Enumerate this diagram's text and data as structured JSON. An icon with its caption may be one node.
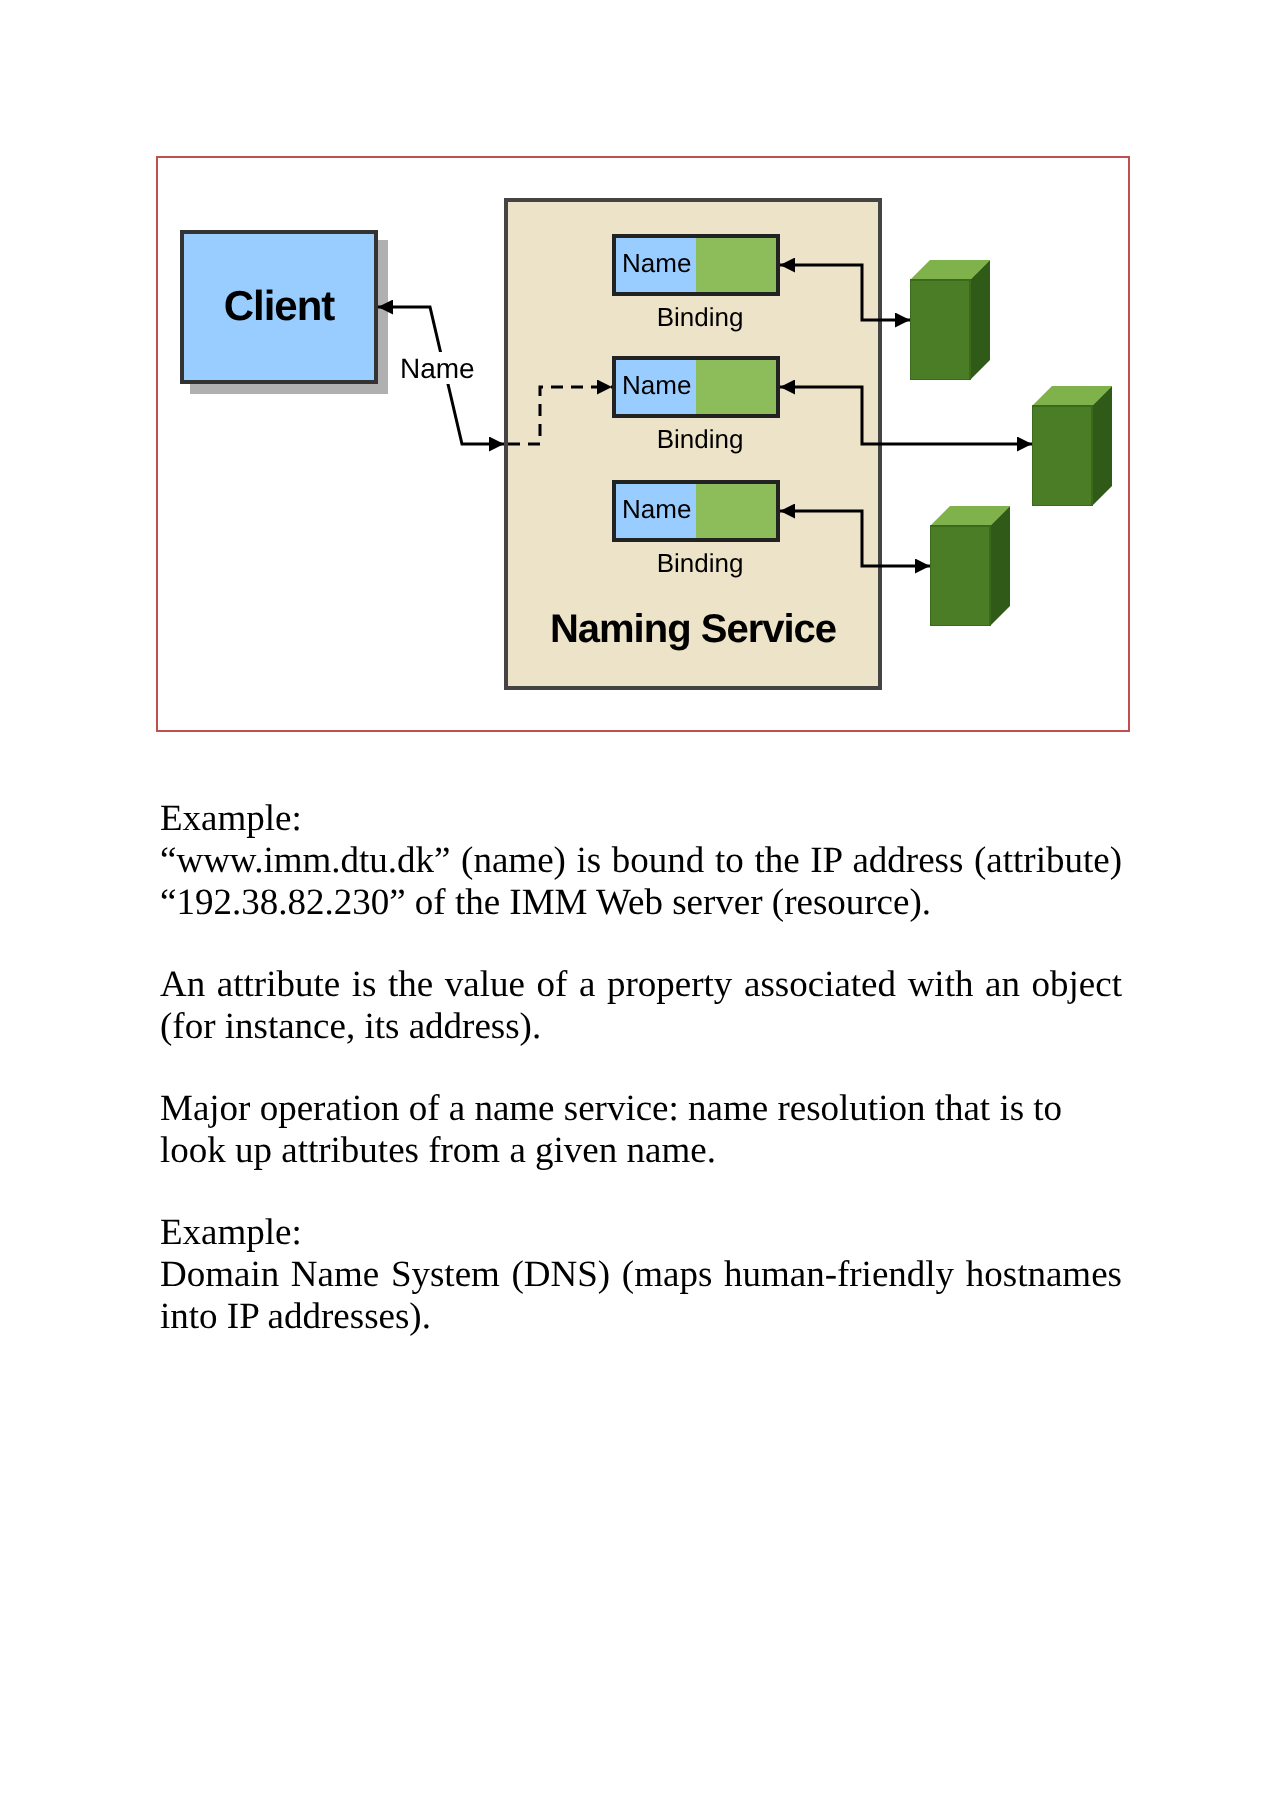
{
  "diagram": {
    "nodes": [
      {
        "text": [
          "Client"
        ]
      },
      {
        "text": [
          "Naming Service"
        ]
      },
      {
        "text": [
          "Name",
          "Binding"
        ],
        "in": 1
      },
      {
        "text": [
          "Name",
          "Binding"
        ],
        "in": 1
      },
      {
        "text": [
          "Name",
          "Binding"
        ],
        "in": 1
      },
      {
        "text": [],
        "shape": "box"
      },
      {
        "text": [],
        "shape": "box"
      },
      {
        "text": [],
        "shape": "box"
      }
    ],
    "edges": [
      {
        "from": 0,
        "to": 1,
        "arrow": "both",
        "label": "Name"
      },
      {
        "from": 1,
        "to": 3,
        "arrow": "to",
        "style": "dashed"
      },
      {
        "from": 2,
        "to": 5,
        "arrow": "both"
      },
      {
        "from": 3,
        "to": 6,
        "arrow": "both"
      },
      {
        "from": 4,
        "to": 7,
        "arrow": "both"
      }
    ],
    "labels": [
      "Example:",
      "“www.imm.dtu.dk” (name) is bound to the IP address (attribute) “192.38.82.230” of the IMM Web server (resource).",
      "An attribute is the value of a property associated with an object (for instance, its address).",
      "Major operation of a name service: name resolution that is to look up attributes from a given name.",
      "Example:",
      "Domain Name System (DNS) (maps human-friendly hostnames into IP addresses)."
    ]
  }
}
